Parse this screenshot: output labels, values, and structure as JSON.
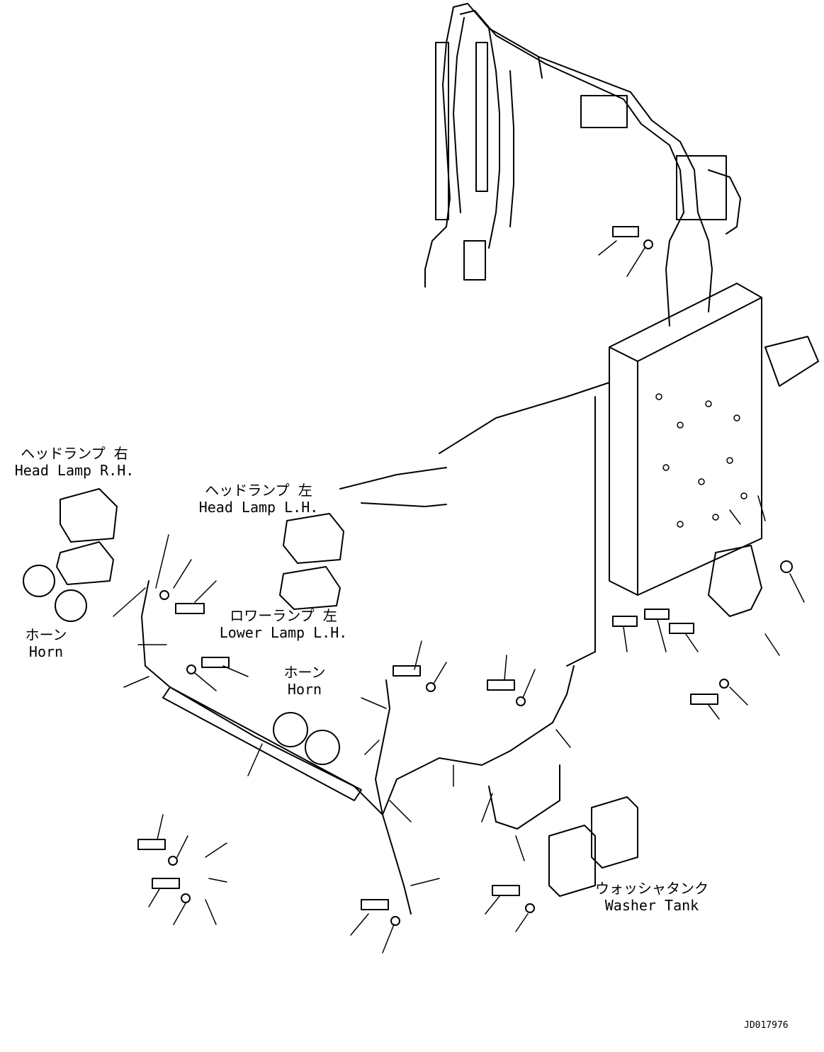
{
  "labels": {
    "head_lamp_rh": {
      "jp": "ヘッドランプ 右",
      "en": "Head Lamp R.H."
    },
    "head_lamp_lh": {
      "jp": "ヘッドランプ 左",
      "en": "Head Lamp L.H."
    },
    "lower_lamp_lh": {
      "jp": "ロワーランプ 左",
      "en": "Lower Lamp L.H."
    },
    "horn_right": {
      "jp": "ホーン",
      "en": "Horn"
    },
    "horn_left": {
      "jp": "ホーン",
      "en": "Horn"
    },
    "washer_tank": {
      "jp": "ウォッシャタンク",
      "en": "Washer Tank"
    }
  },
  "document_id": "JD017976",
  "colors": {
    "line": "#000000",
    "background": "#ffffff"
  }
}
